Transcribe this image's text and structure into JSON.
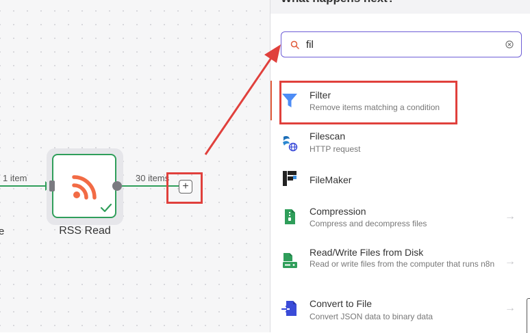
{
  "canvas": {
    "edge_left_label": "1 item",
    "edge_right_label": "30 items",
    "partial_left_label": "e",
    "node": {
      "label": "RSS Read",
      "status": "success"
    },
    "colors": {
      "edge": "#2f9e5a",
      "node_border": "#2f9e5a",
      "rss_icon": "#f26b45",
      "annotation": "#e0403c"
    }
  },
  "panel": {
    "title": "What happens next?",
    "search": {
      "value": "fil",
      "placeholder": ""
    },
    "results": [
      {
        "title": "Filter",
        "description": "Remove items matching a condition",
        "icon": "filter-icon",
        "arrow": false,
        "active": true
      },
      {
        "title": "Filescan",
        "description": "HTTP request",
        "icon": "filescan-icon",
        "arrow": false
      },
      {
        "title": "FileMaker",
        "description": "",
        "icon": "filemaker-icon",
        "arrow": false
      },
      {
        "title": "Compression",
        "description": "Compress and decompress files",
        "icon": "compression-icon",
        "arrow": true
      },
      {
        "title": "Read/Write Files from Disk",
        "description": "Read or write files from the computer that runs n8n",
        "icon": "read-write-files-icon",
        "arrow": true
      },
      {
        "title": "Convert to File",
        "description": "Convert JSON data to binary data",
        "icon": "convert-to-file-icon",
        "arrow": true
      }
    ],
    "arrow_glyph": "→"
  }
}
